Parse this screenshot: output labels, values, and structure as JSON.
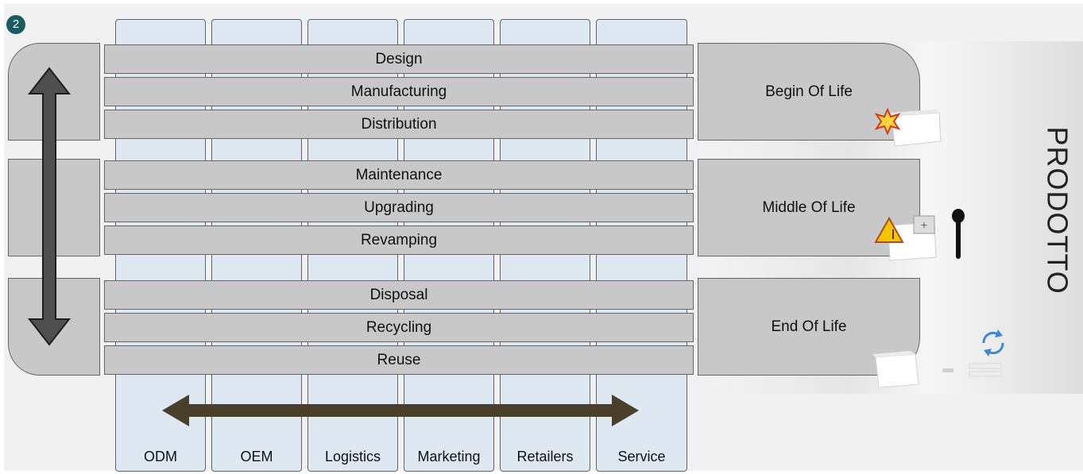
{
  "badge": "2",
  "phases": [
    "Design",
    "Manufacturing",
    "Distribution",
    "Maintenance",
    "Upgrading",
    "Revamping",
    "Disposal",
    "Recycling",
    "Reuse"
  ],
  "stages": [
    "Begin Of Life",
    "Middle Of Life",
    "End Of Life"
  ],
  "actors": [
    "ODM",
    "OEM",
    "Logistics",
    "Marketing",
    "Retailers",
    "Service"
  ],
  "product_label": "PRODOTTO",
  "icons": [
    "starburst-icon",
    "warning-icon",
    "wrench-icon",
    "recycle-icon",
    "product-box-icon"
  ],
  "colors": {
    "column_fill": "#dde8f3",
    "phase_fill": "#c8c8c8",
    "arrow_dark": "#4f4f4f",
    "arrow_brown": "#4a3f2b",
    "badge": "#1a5a63"
  }
}
